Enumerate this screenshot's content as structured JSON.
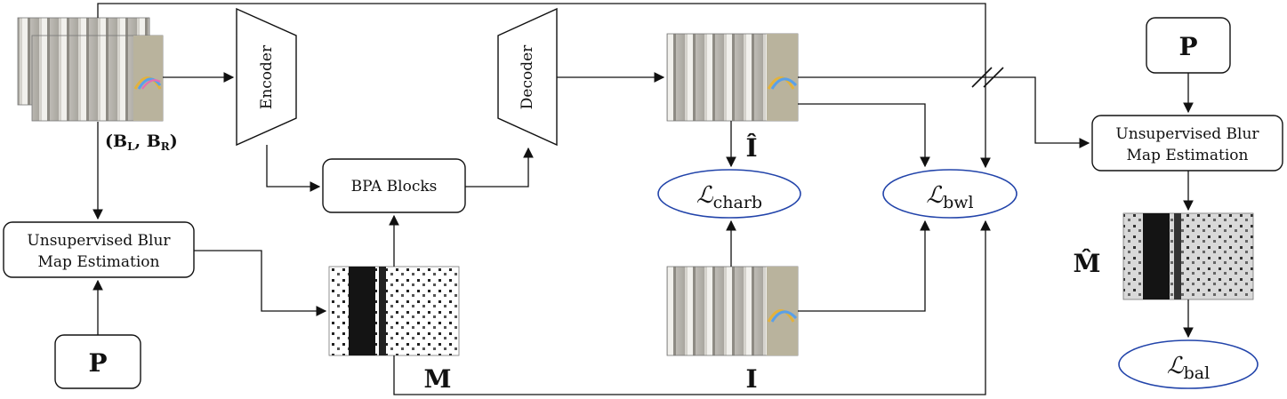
{
  "labels": {
    "input_pair": "(B",
    "input_pair_sub_l": "L",
    "input_pair_mid": ", B",
    "input_pair_sub_r": "R",
    "input_pair_end": ")",
    "encoder": "Encoder",
    "decoder": "Decoder",
    "bpa_blocks": "BPA Blocks",
    "ube_line1": "Unsupervised Blur",
    "ube_line2": "Map Estimation",
    "p_symbol": "P",
    "i_hat": "Î",
    "i": "I",
    "m": "M",
    "m_hat": "M̂",
    "loss_charb": "charb",
    "loss_bwl": "bwl",
    "loss_bal": "bal",
    "loss_script": "ℒ"
  },
  "colors": {
    "stroke": "#111111",
    "ellipse_stroke": "#2244aa",
    "wall_light": "#c9c7c0",
    "wall_dark": "#8f8c85"
  },
  "icons": {
    "input_images": "wall-photo-pair",
    "blur_map": "binary-blur-map",
    "output_image": "wall-photo",
    "gt_image": "wall-photo"
  }
}
